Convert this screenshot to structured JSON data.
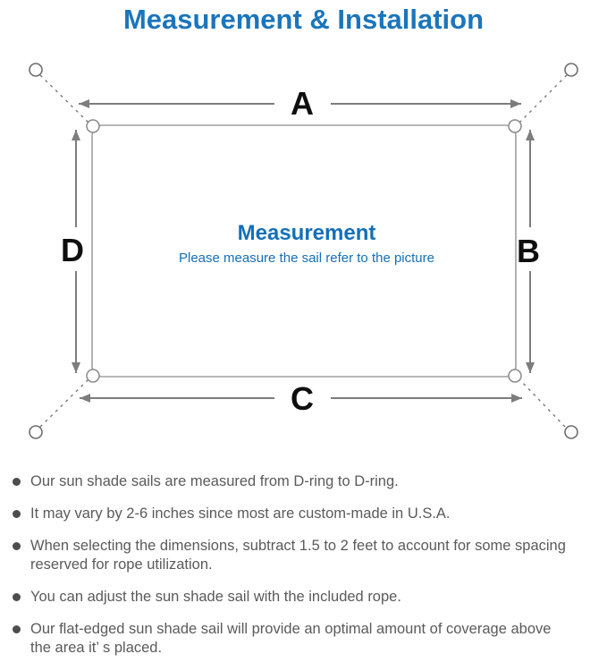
{
  "title": "Measurement & Installation",
  "colors": {
    "title_blue": "#1b75bc",
    "center_blue": "#1470b8",
    "arrow_gray": "#7d7d7d",
    "sail_border_gray": "#a0a0a0",
    "bullet_text_gray": "#5a5a5a",
    "label_black": "#0f0f0f"
  },
  "diagram": {
    "labels": {
      "top": "A",
      "right": "B",
      "bottom": "C",
      "left": "D"
    },
    "center_title": "Measurement",
    "center_subtitle": "Please measure the sail refer to the picture"
  },
  "bullets": [
    "Our sun shade sails are measured from D-ring to D-ring.",
    "It may vary by 2-6 inches since most are custom-made in U.S.A.",
    "When selecting the dimensions, subtract 1.5 to 2 feet to account for some spacing\nreserved for rope utilization.",
    "You can adjust the sun shade sail with the included rope.",
    "Our flat-edged sun shade sail will provide an optimal amount of coverage above\nthe area it’ s placed."
  ]
}
